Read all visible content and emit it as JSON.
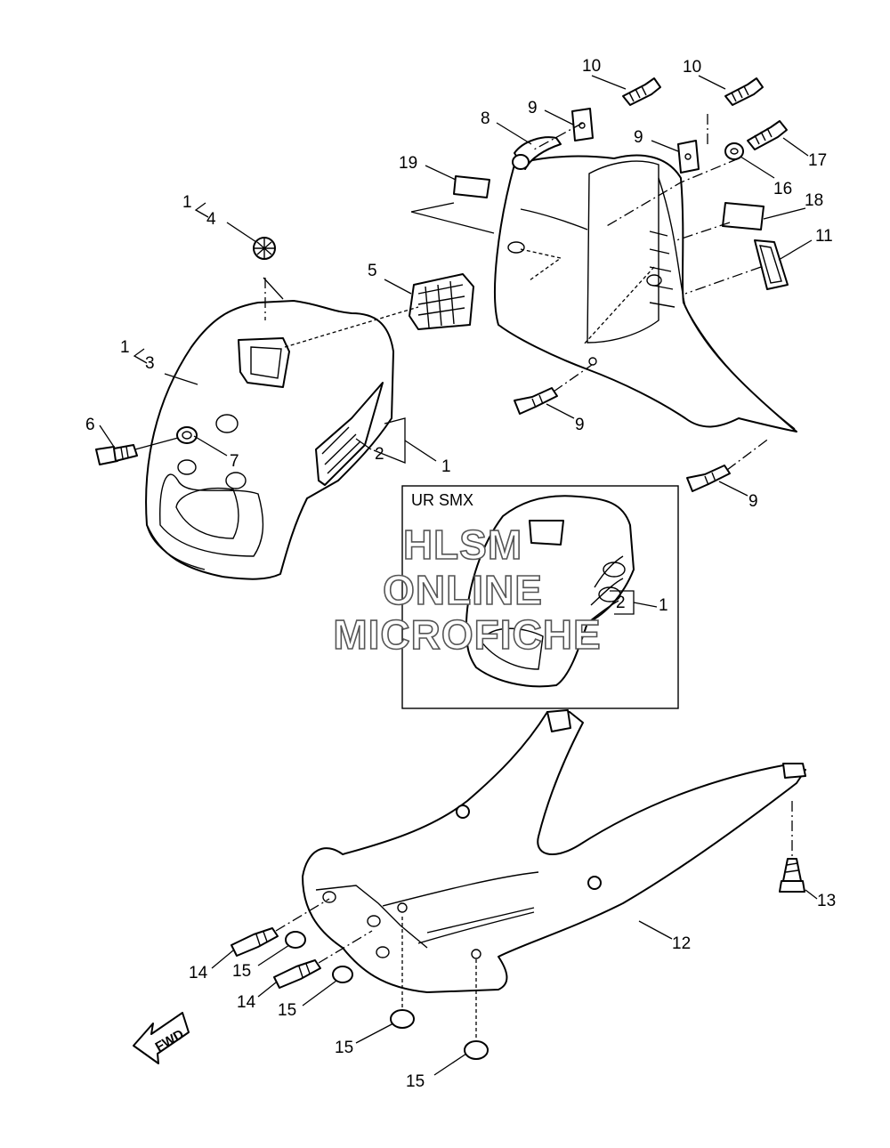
{
  "inset": {
    "title": "UR SMX"
  },
  "watermark": {
    "lines": [
      "HLSM",
      "ONLINE",
      "MICROFICHE"
    ]
  },
  "fwd_label": "FWD",
  "callouts": {
    "c1": "1",
    "c2": "2",
    "c3": "3",
    "c4": "4",
    "c5": "5",
    "c6": "6",
    "c7": "7",
    "c8": "8",
    "c9": "9",
    "c10": "10",
    "c11": "11",
    "c12": "12",
    "c13": "13",
    "c14": "14",
    "c15": "15",
    "c16": "16",
    "c17": "17",
    "c18": "18",
    "c19": "19"
  },
  "colors": {
    "line": "#000000",
    "background": "#ffffff",
    "watermark_outline": "#555555"
  }
}
